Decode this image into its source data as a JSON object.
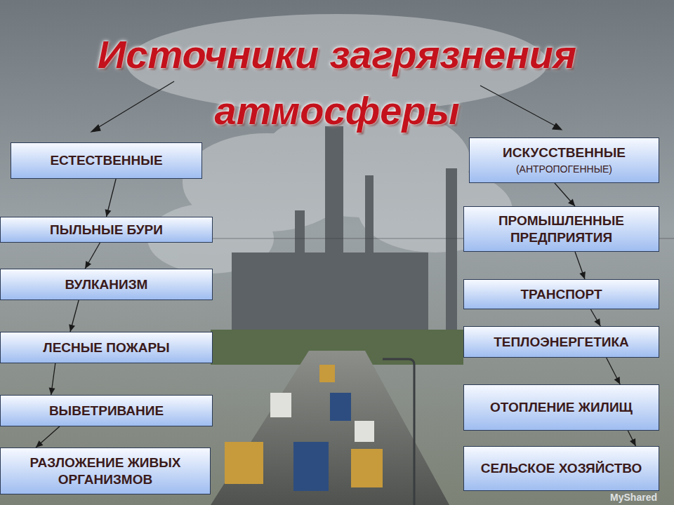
{
  "diagram": {
    "title": "Источники загрязнения атмосферы",
    "nodes": [
      {
        "text": [
          "ЕСТЕСТВЕННЫЕ"
        ]
      },
      {
        "text": [
          "ИСКУССТВЕННЫЕ",
          "(АНТРОПОГЕННЫЕ)"
        ]
      },
      {
        "text": [
          "ПЫЛЬНЫЕ БУРИ"
        ]
      },
      {
        "text": [
          "ВУЛКАНИЗМ"
        ]
      },
      {
        "text": [
          "ЛЕСНЫЕ ПОЖАРЫ"
        ]
      },
      {
        "text": [
          "ВЫВЕТРИВАНИЕ"
        ]
      },
      {
        "text": [
          "РАЗЛОЖЕНИЕ ЖИВЫХ ОРГАНИЗМОВ"
        ]
      },
      {
        "text": [
          "ПРОМЫШЛЕННЫЕ ПРЕДПРИЯТИЯ"
        ]
      },
      {
        "text": [
          "ТРАНСПОРТ"
        ]
      },
      {
        "text": [
          "ТЕПЛОЭНЕРГЕТИКА"
        ]
      },
      {
        "text": [
          "ОТОПЛЕНИЕ ЖИЛИЩ"
        ]
      },
      {
        "text": [
          "СЕЛЬСКОЕ ХОЗЯЙСТВО"
        ]
      }
    ],
    "edges": [
      {
        "from": 0,
        "to": 2,
        "arrow": "to"
      },
      {
        "from": 2,
        "to": 3,
        "arrow": "to"
      },
      {
        "from": 3,
        "to": 4,
        "arrow": "to"
      },
      {
        "from": 4,
        "to": 5,
        "arrow": "to"
      },
      {
        "from": 5,
        "to": 6,
        "arrow": "to"
      },
      {
        "from": 1,
        "to": 7,
        "arrow": "to"
      },
      {
        "from": 7,
        "to": 8,
        "arrow": "to"
      },
      {
        "from": 8,
        "to": 9,
        "arrow": "to"
      },
      {
        "from": 9,
        "to": 10,
        "arrow": "to"
      },
      {
        "from": 10,
        "to": 11,
        "arrow": "to"
      }
    ],
    "labels": [
      "MyShared"
    ]
  }
}
